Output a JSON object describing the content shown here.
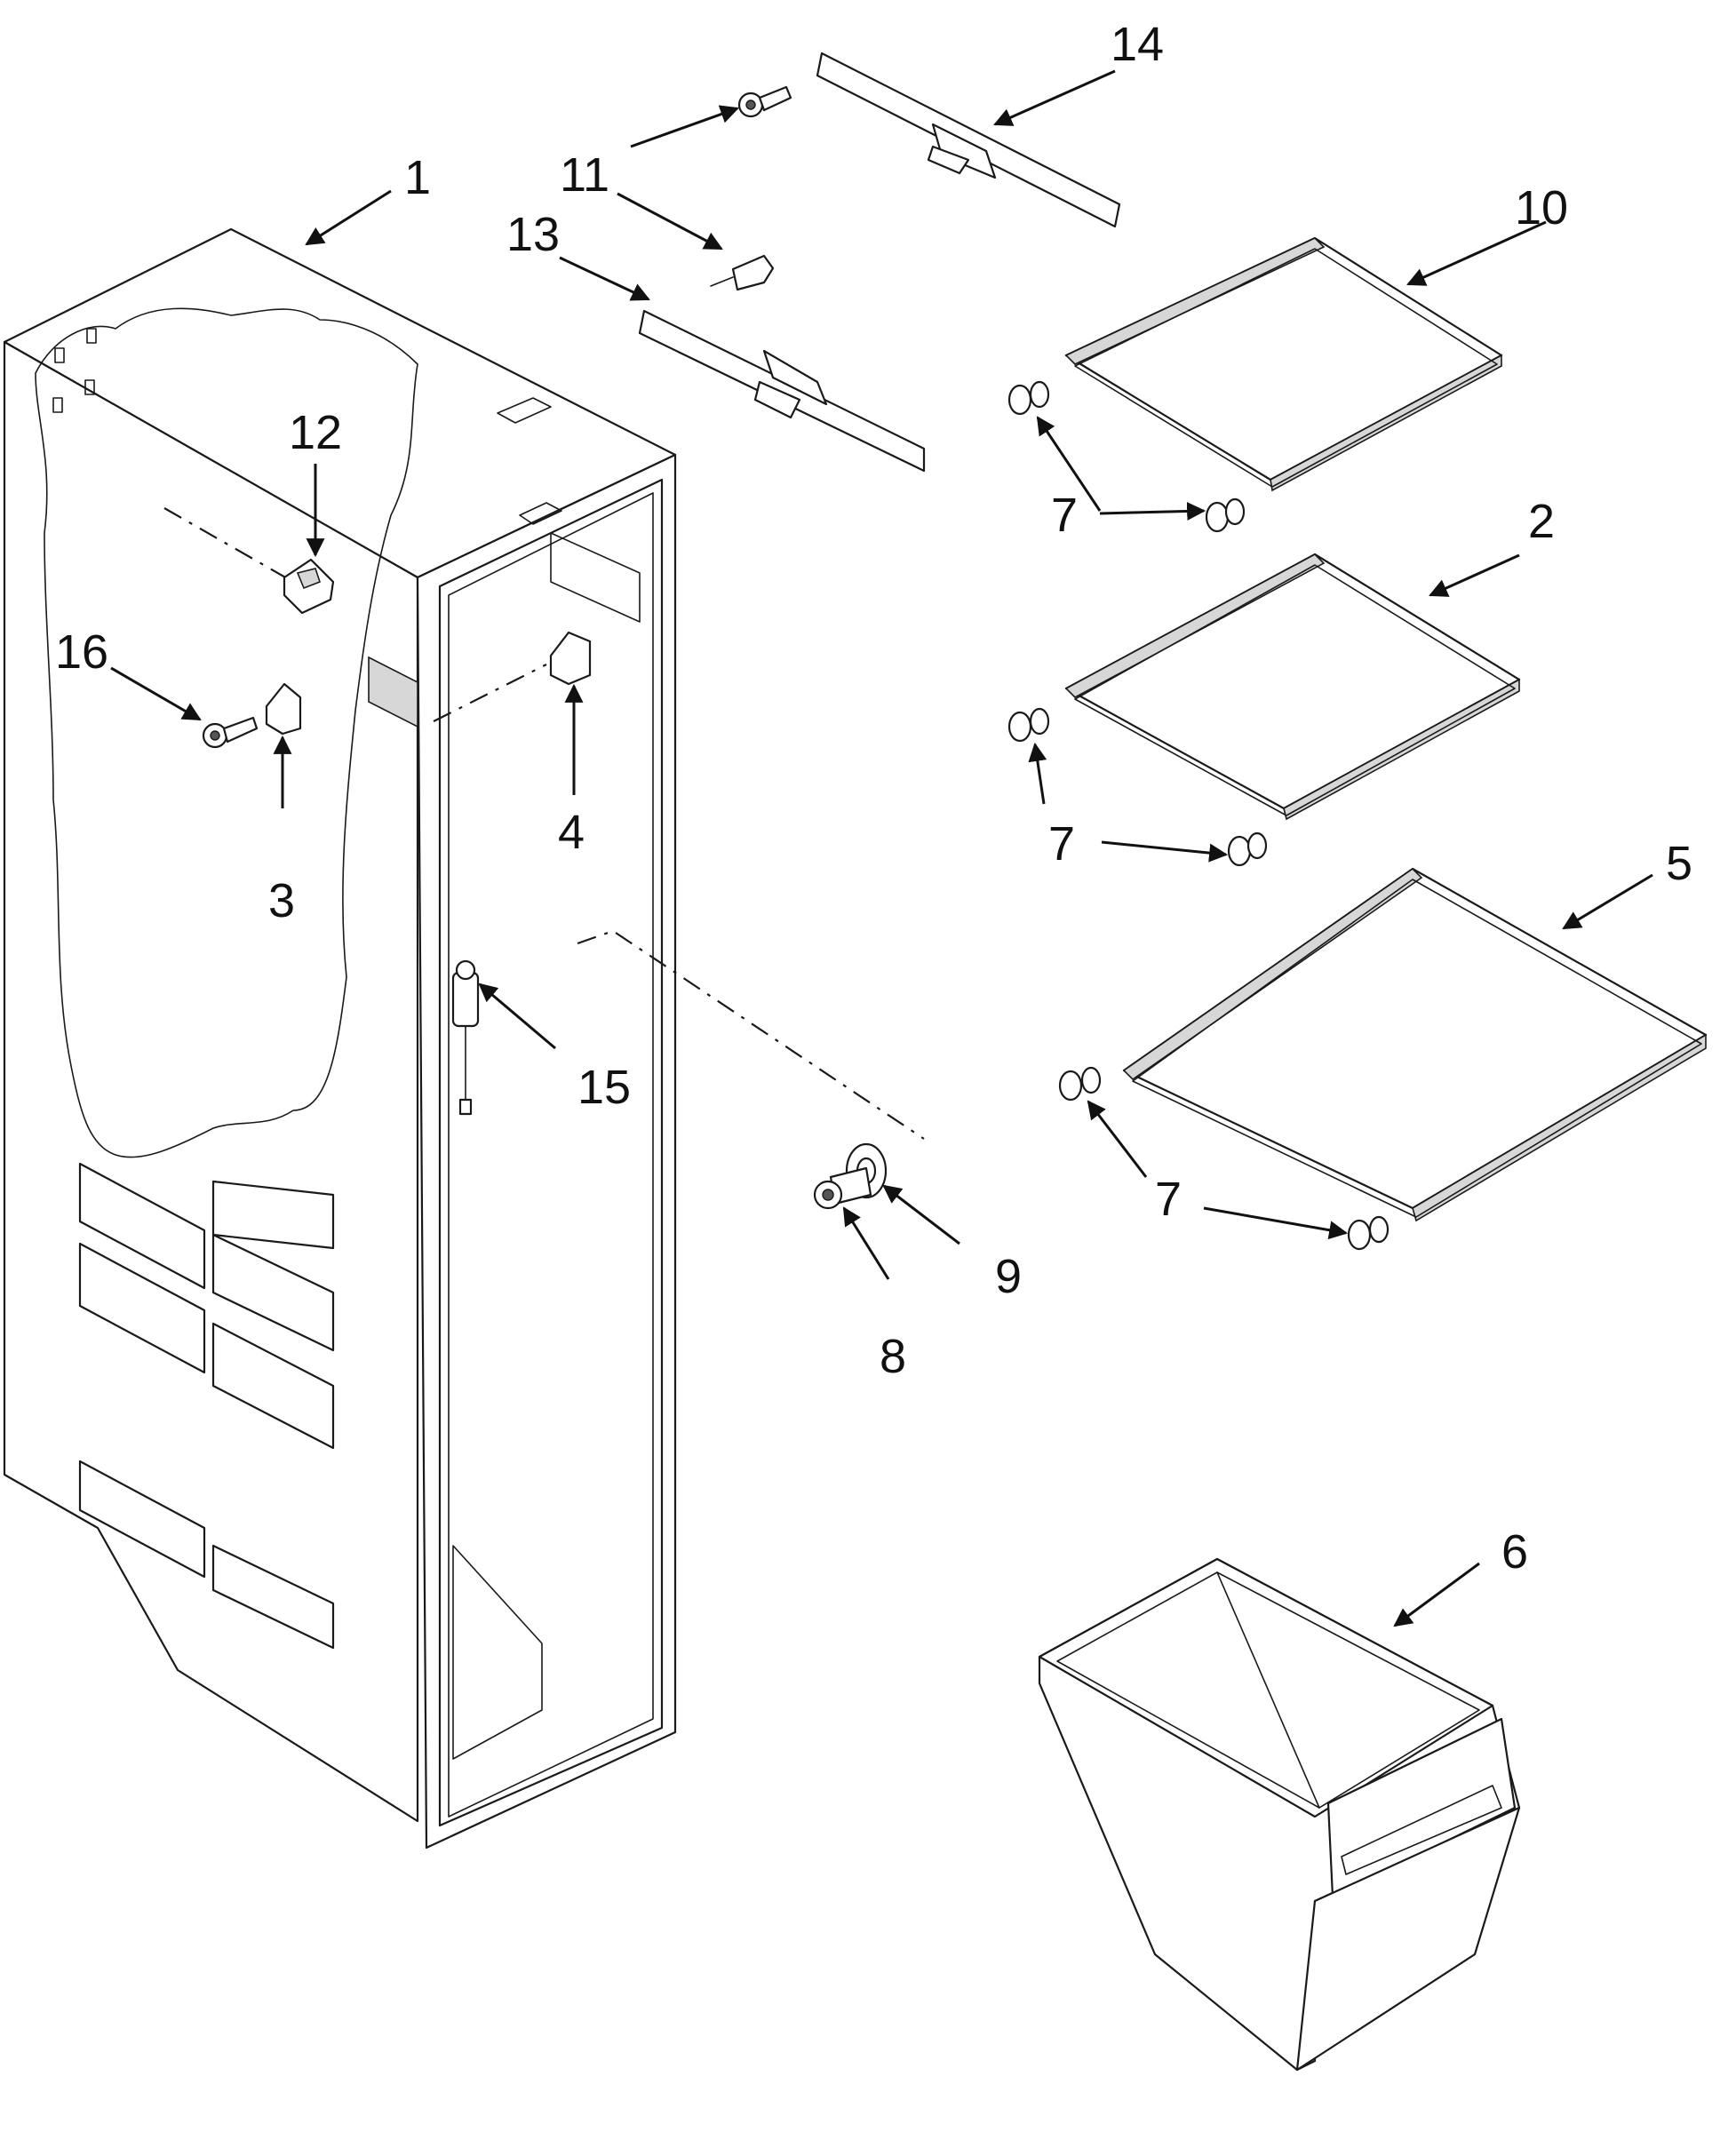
{
  "diagram": {
    "callouts": [
      {
        "id": "c1",
        "label": "1"
      },
      {
        "id": "c2",
        "label": "2"
      },
      {
        "id": "c3",
        "label": "3"
      },
      {
        "id": "c4",
        "label": "4"
      },
      {
        "id": "c5",
        "label": "5"
      },
      {
        "id": "c6",
        "label": "6"
      },
      {
        "id": "c7a",
        "label": "7"
      },
      {
        "id": "c7b",
        "label": "7"
      },
      {
        "id": "c7c",
        "label": "7"
      },
      {
        "id": "c8",
        "label": "8"
      },
      {
        "id": "c9",
        "label": "9"
      },
      {
        "id": "c10",
        "label": "10"
      },
      {
        "id": "c11",
        "label": "11"
      },
      {
        "id": "c12",
        "label": "12"
      },
      {
        "id": "c13",
        "label": "13"
      },
      {
        "id": "c14",
        "label": "14"
      },
      {
        "id": "c15",
        "label": "15"
      },
      {
        "id": "c16",
        "label": "16"
      }
    ]
  }
}
